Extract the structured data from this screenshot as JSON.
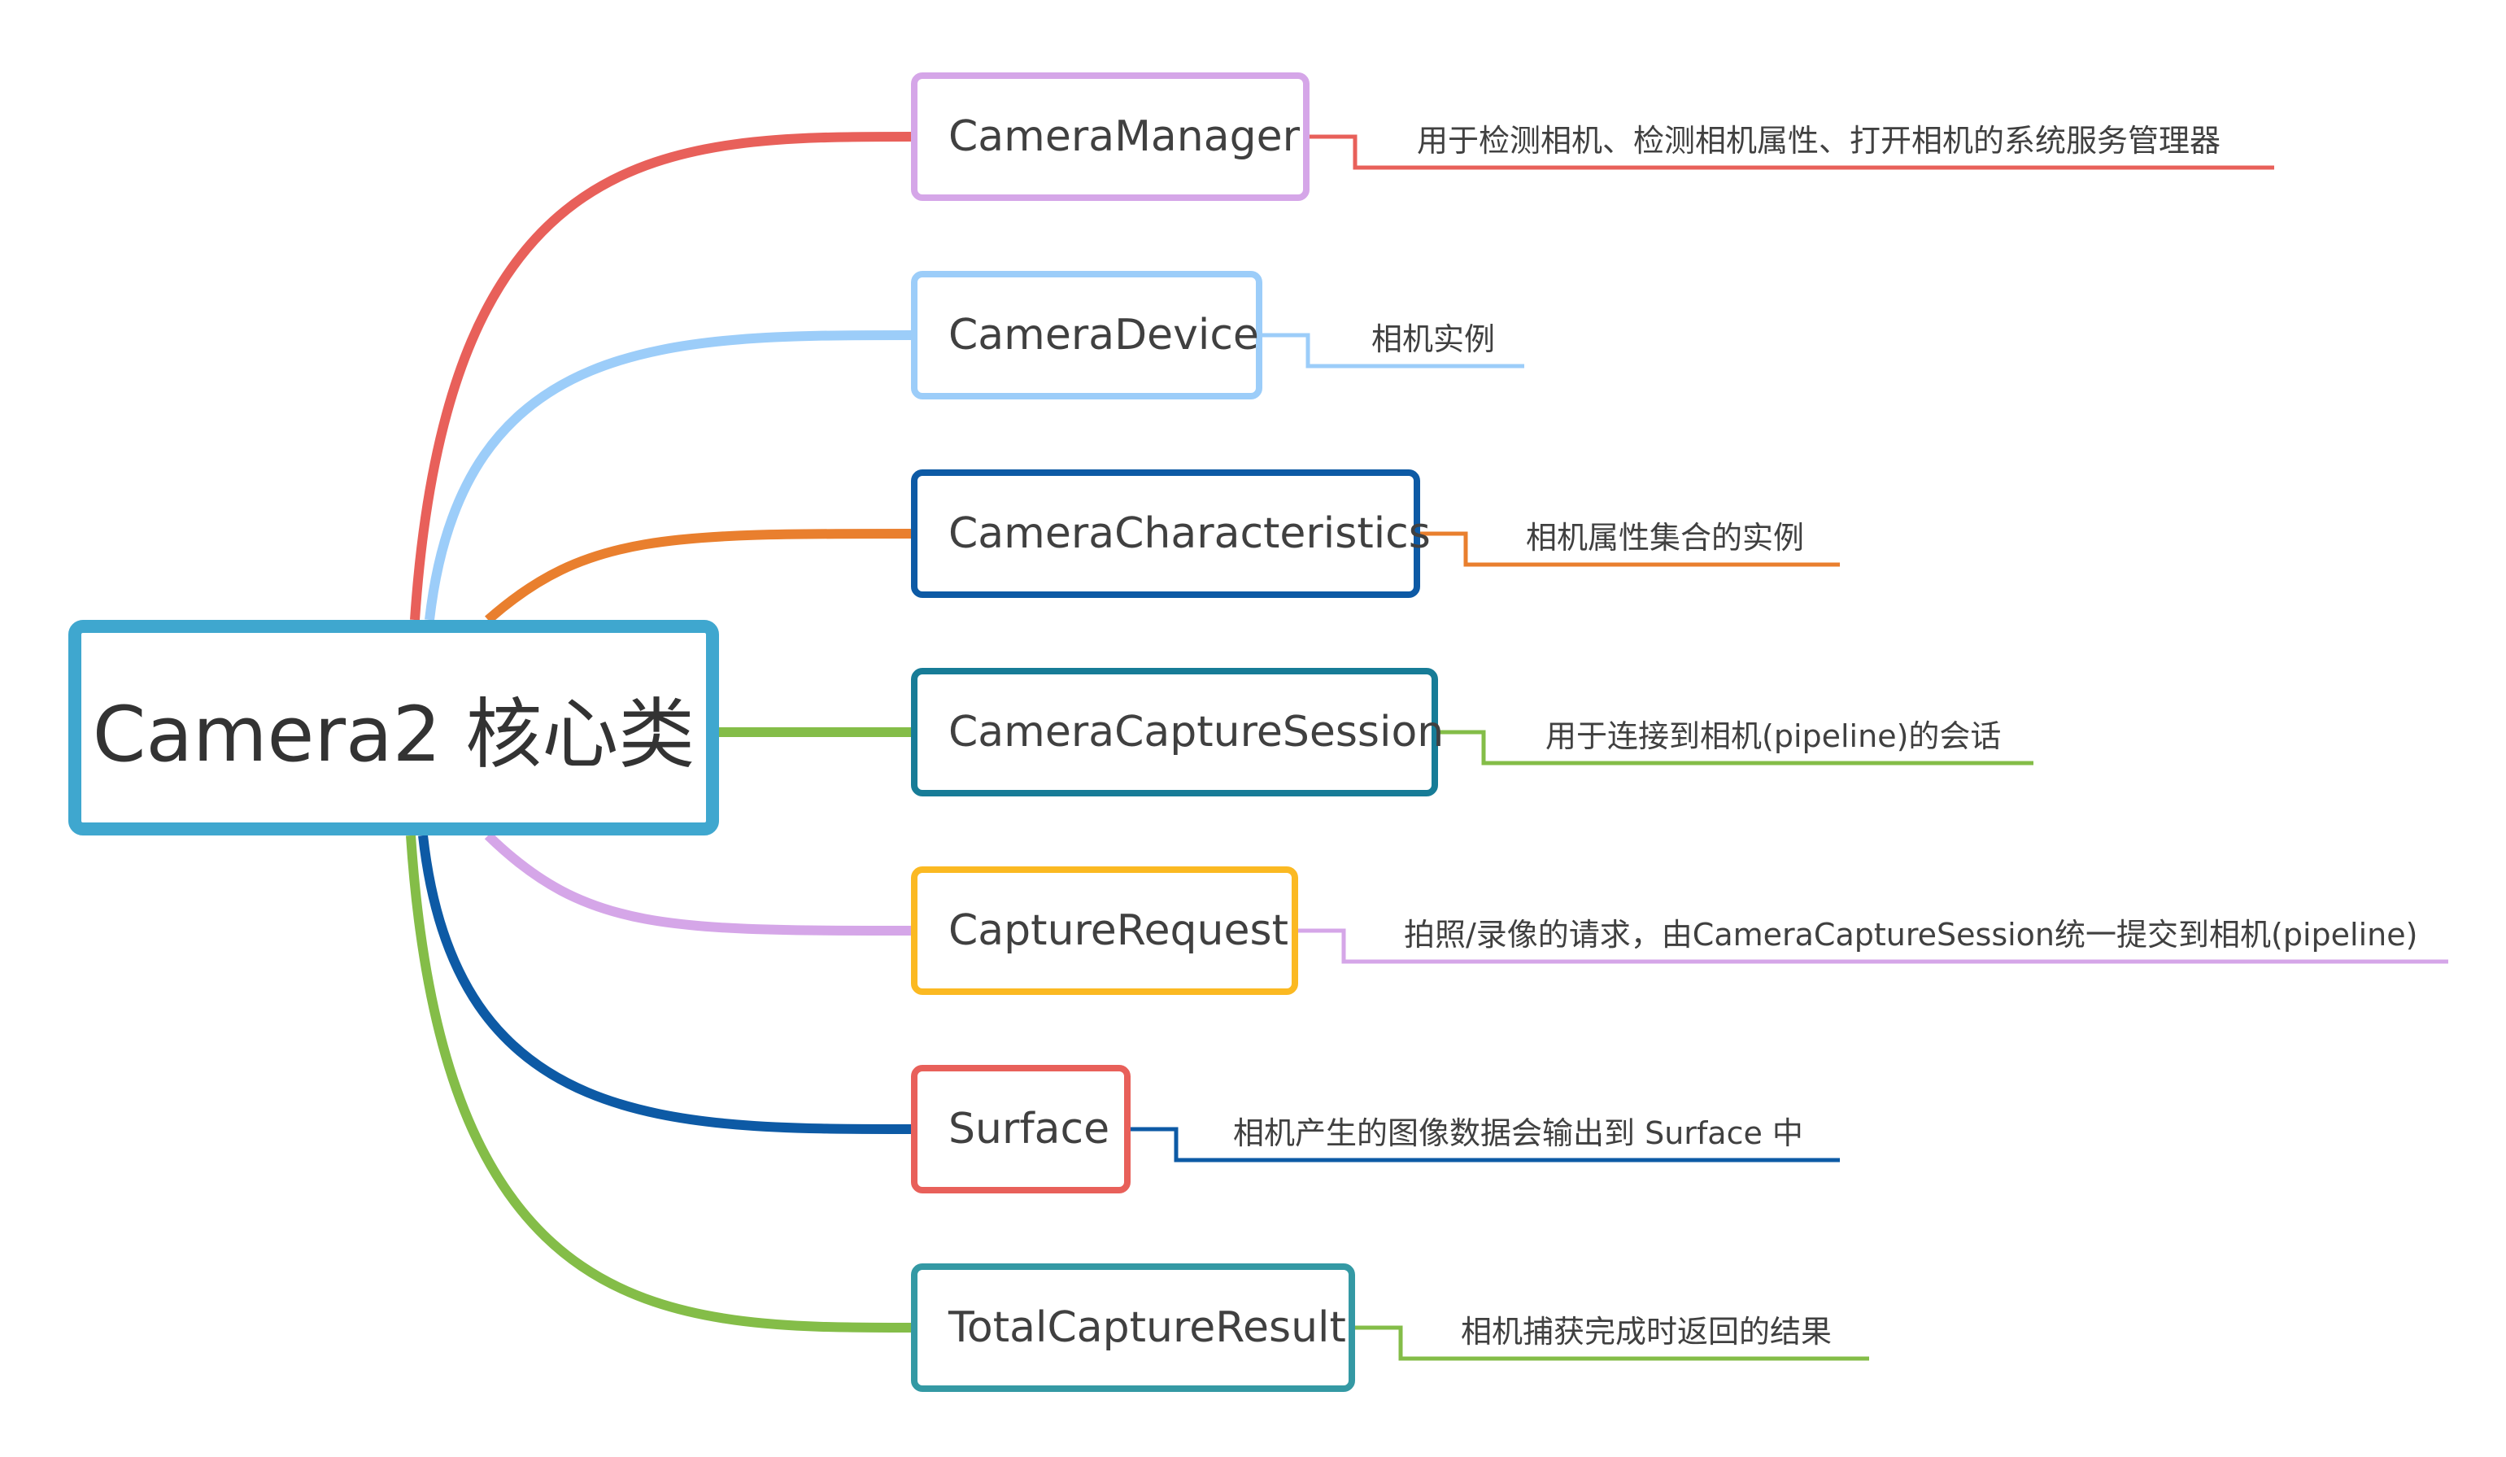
{
  "root": {
    "label": "Camera2 核心类",
    "border_color": "#3fa7cf"
  },
  "branches": [
    {
      "label": "CameraManager",
      "description": "用于检测相机、检测相机属性、打开相机的系统服务管理器",
      "line_color": "#e8605a",
      "border_color": "#d5a6e8"
    },
    {
      "label": "CameraDevice",
      "description": "相机实例",
      "line_color": "#9ccdf9",
      "border_color": "#9ccdf9"
    },
    {
      "label": "CameraCharacteristics",
      "description": "相机属性集合的实例",
      "line_color": "#e97f2e",
      "border_color": "#0d5aa5"
    },
    {
      "label": "CameraCaptureSession",
      "description": "用于连接到相机(pipeline)的会话",
      "line_color": "#84bd48",
      "border_color": "#177c97"
    },
    {
      "label": "CaptureRequest",
      "description": "拍照/录像的请求，由CameraCaptureSession统一提交到相机(pipeline)",
      "line_color": "#d5a6e8",
      "border_color": "#fbb922"
    },
    {
      "label": "Surface",
      "description": "相机产生的图像数据会输出到 Surface 中",
      "line_color": "#0d5aa5",
      "border_color": "#e8605a"
    },
    {
      "label": "TotalCaptureResult",
      "description": "相机捕获完成时返回的结果",
      "line_color": "#84bd48",
      "border_color": "#3499a4"
    }
  ]
}
